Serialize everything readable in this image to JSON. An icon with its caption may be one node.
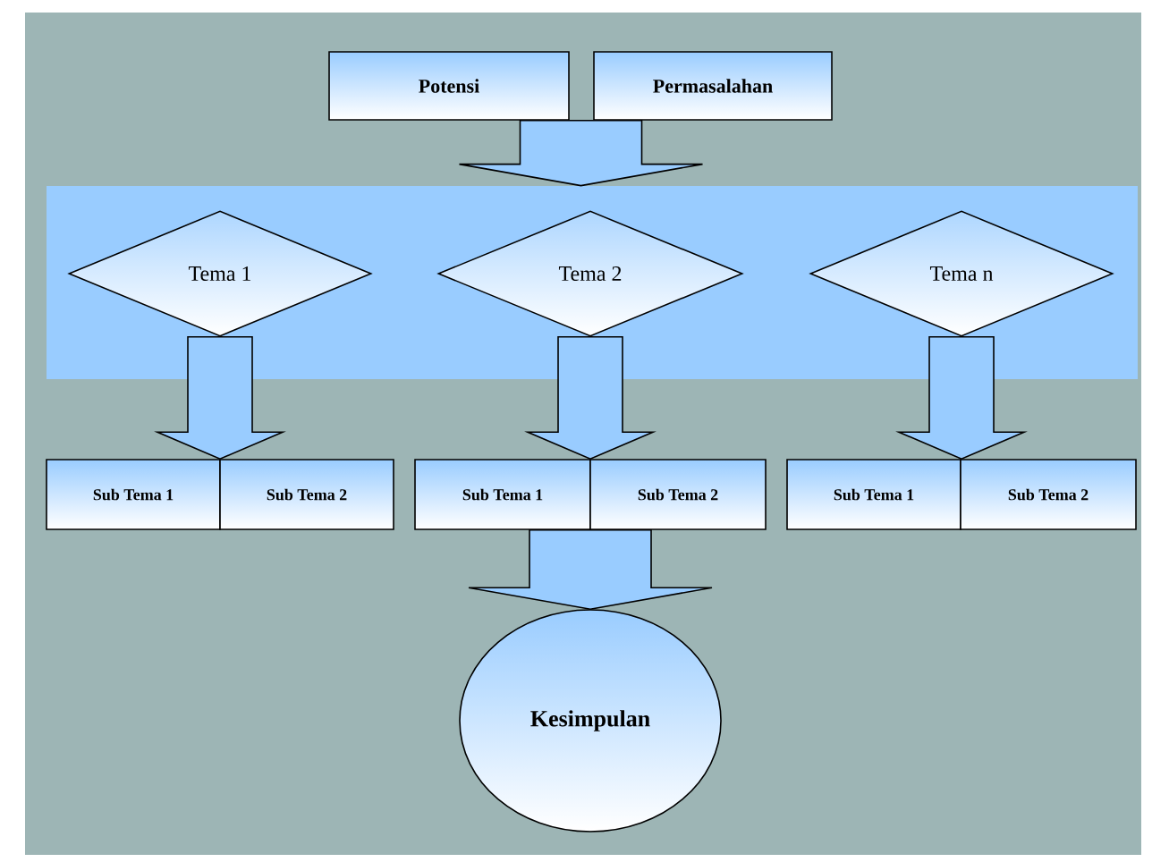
{
  "diagram": {
    "nodes": [
      {
        "text": [
          "Potensi"
        ]
      },
      {
        "text": [
          "Permasalahan"
        ]
      },
      {
        "text": [],
        "shape": "band"
      },
      {
        "text": [
          "Tema 1"
        ],
        "in": 2
      },
      {
        "text": [
          "Tema 2"
        ],
        "in": 2
      },
      {
        "text": [
          "Tema n"
        ],
        "in": 2
      },
      {
        "text": [
          "Sub Tema 1"
        ]
      },
      {
        "text": [
          "Sub Tema 2"
        ]
      },
      {
        "text": [
          "Sub Tema 1"
        ]
      },
      {
        "text": [
          "Sub Tema 2"
        ]
      },
      {
        "text": [
          "Sub Tema 1"
        ]
      },
      {
        "text": [
          "Sub Tema 2"
        ]
      },
      {
        "text": [
          "Kesimpulan"
        ]
      }
    ],
    "edges": [
      {
        "from": 0,
        "to": 2,
        "arrow": "to"
      },
      {
        "from": 1,
        "to": 2,
        "arrow": "to"
      },
      {
        "from": 3,
        "to": 6,
        "arrow": "to"
      },
      {
        "from": 3,
        "to": 7,
        "arrow": "to"
      },
      {
        "from": 4,
        "to": 8,
        "arrow": "to"
      },
      {
        "from": 4,
        "to": 9,
        "arrow": "to"
      },
      {
        "from": 5,
        "to": 10,
        "arrow": "to"
      },
      {
        "from": 5,
        "to": 11,
        "arrow": "to"
      },
      {
        "from": 8,
        "to": 12,
        "arrow": "to"
      },
      {
        "from": 9,
        "to": 12,
        "arrow": "to"
      }
    ]
  }
}
